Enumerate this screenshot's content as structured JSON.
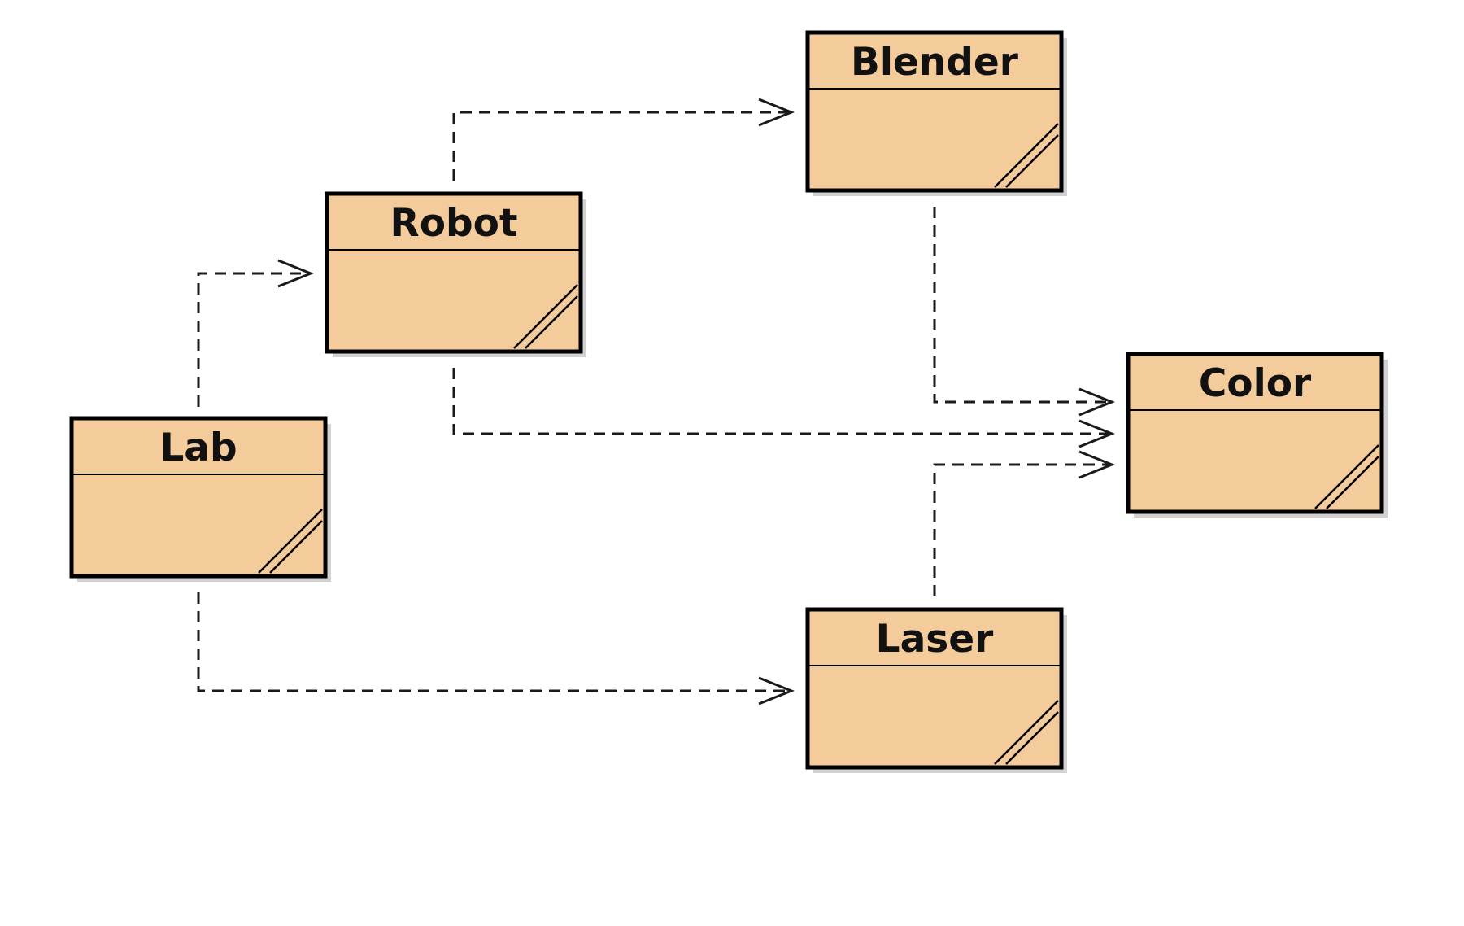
{
  "diagram": {
    "type": "uml-class-dependency",
    "colors": {
      "class_fill": "#f4cb9a",
      "class_border": "#000000",
      "edge": "#1a1a1a",
      "background": "#ffffff"
    },
    "classes": [
      {
        "id": "lab",
        "name": "Lab"
      },
      {
        "id": "robot",
        "name": "Robot"
      },
      {
        "id": "blender",
        "name": "Blender"
      },
      {
        "id": "color",
        "name": "Color"
      },
      {
        "id": "laser",
        "name": "Laser"
      }
    ],
    "edges": [
      {
        "from": "lab",
        "to": "robot",
        "style": "dashed-open-arrow"
      },
      {
        "from": "lab",
        "to": "laser",
        "style": "dashed-open-arrow"
      },
      {
        "from": "robot",
        "to": "blender",
        "style": "dashed-open-arrow"
      },
      {
        "from": "robot",
        "to": "color",
        "style": "dashed-open-arrow"
      },
      {
        "from": "blender",
        "to": "color",
        "style": "dashed-open-arrow"
      },
      {
        "from": "laser",
        "to": "color",
        "style": "dashed-open-arrow"
      }
    ]
  }
}
